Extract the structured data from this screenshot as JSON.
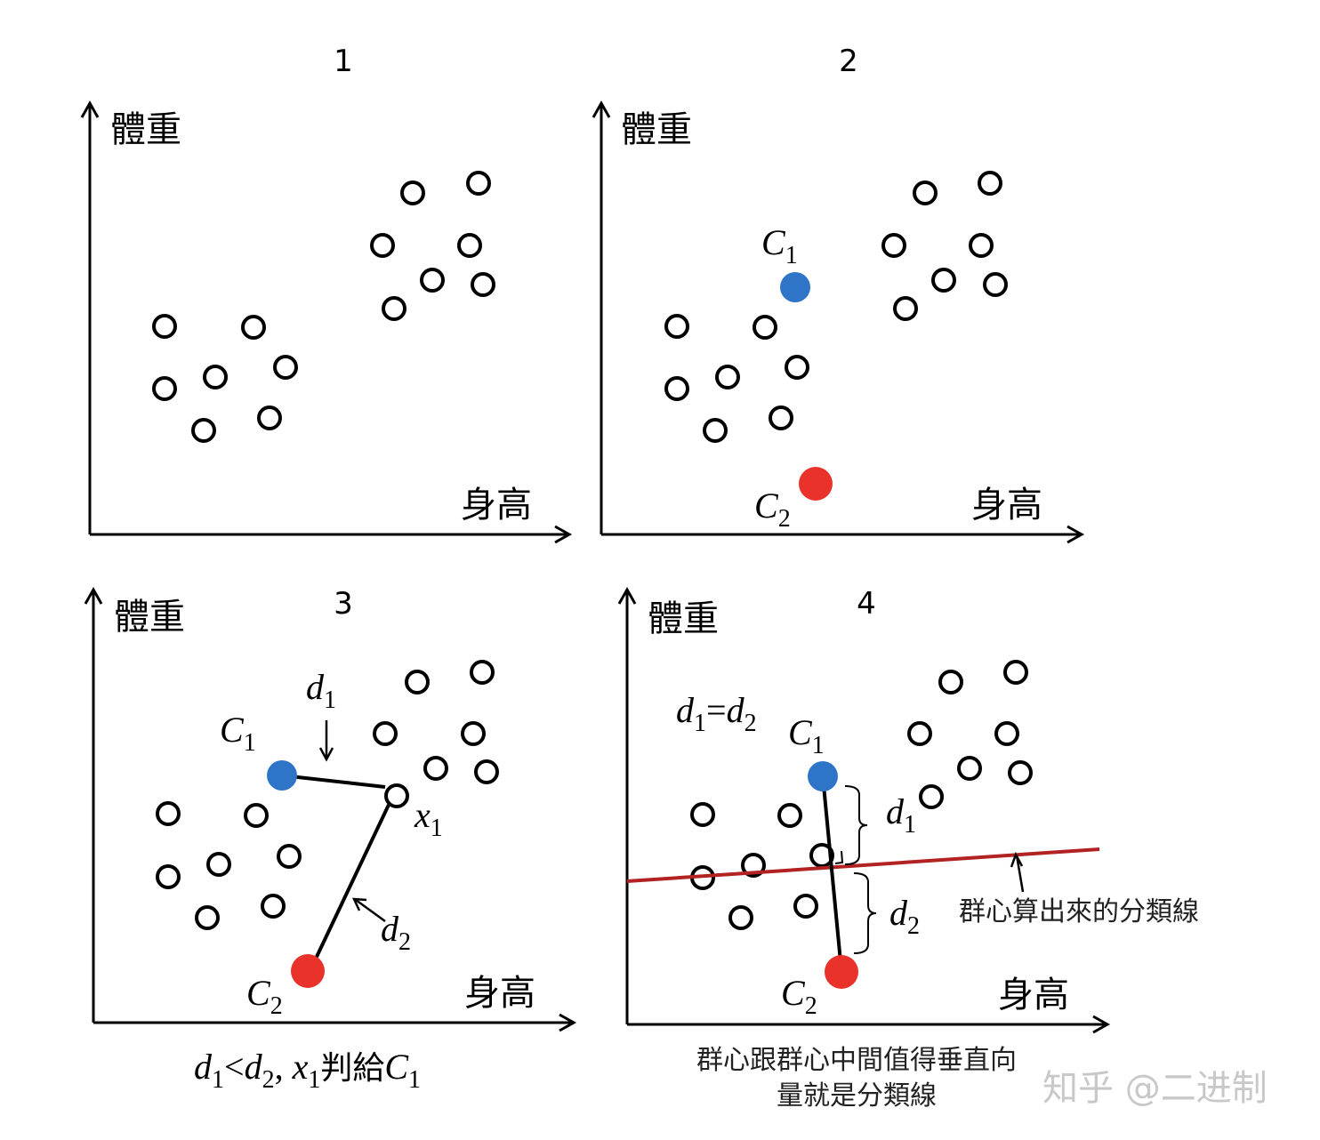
{
  "panels": [
    {
      "number": "1",
      "ylabel": "體重",
      "xlabel": "身高"
    },
    {
      "number": "2",
      "ylabel": "體重",
      "xlabel": "身高",
      "centroids": [
        {
          "label": "C",
          "sub": "1",
          "color": "#2e75c8"
        },
        {
          "label": "C",
          "sub": "2",
          "color": "#e8322a"
        }
      ]
    },
    {
      "number": "3",
      "ylabel": "體重",
      "xlabel": "身高",
      "centroids": [
        {
          "label": "C",
          "sub": "1",
          "color": "#2e75c8"
        },
        {
          "label": "C",
          "sub": "2",
          "color": "#e8322a"
        }
      ],
      "point_label": {
        "label": "x",
        "sub": "1"
      },
      "d1": {
        "label": "d",
        "sub": "1"
      },
      "d2": {
        "label": "d",
        "sub": "2"
      },
      "caption": {
        "d1": "d",
        "d1_sub": "1",
        "lt": "<",
        "d2": "d",
        "d2_sub": "2",
        "comma": ", ",
        "x": "x",
        "x_sub": "1",
        "verb": "判給",
        "c": "C",
        "c_sub": "1"
      }
    },
    {
      "number": "4",
      "ylabel": "體重",
      "xlabel": "身高",
      "centroids": [
        {
          "label": "C",
          "sub": "1",
          "color": "#2e75c8"
        },
        {
          "label": "C",
          "sub": "2",
          "color": "#e8322a"
        }
      ],
      "equality": {
        "d1": "d",
        "d1_sub": "1",
        "eq": "=",
        "d2": "d",
        "d2_sub": "2"
      },
      "d1": {
        "label": "d",
        "sub": "1"
      },
      "d2": {
        "label": "d",
        "sub": "2"
      },
      "line_label": "群心算出來的分類線",
      "line_color": "#b22222",
      "caption_line1": "群心跟群心中間值得垂直向",
      "caption_line2": "量就是分類線"
    }
  ],
  "watermark": "知乎 @二进制"
}
